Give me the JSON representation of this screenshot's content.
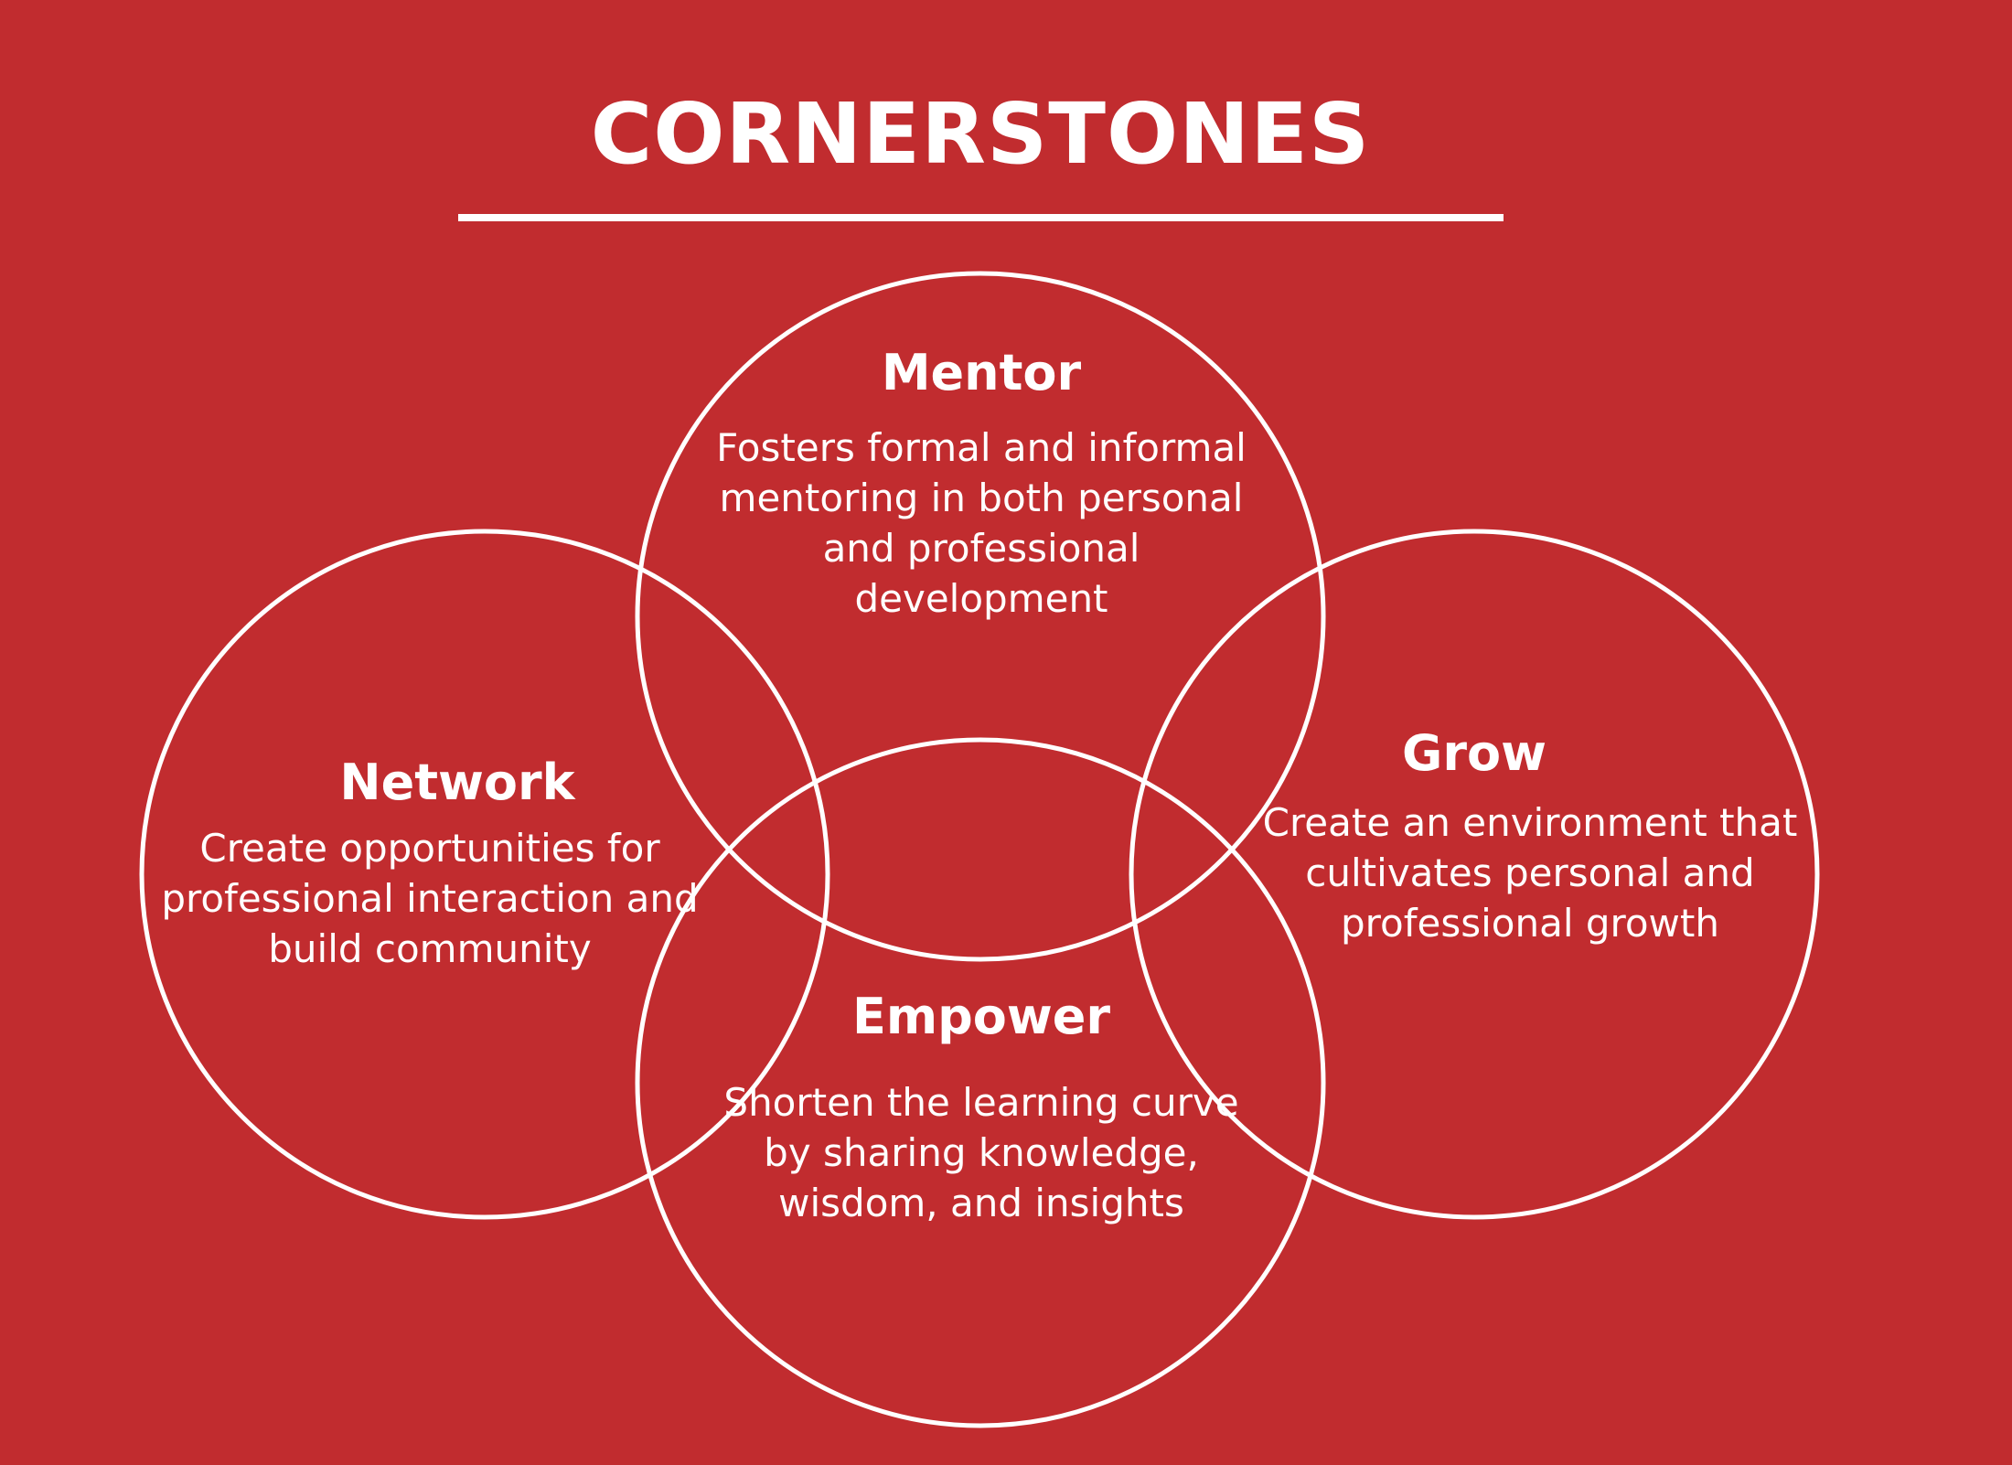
{
  "colors": {
    "background": "#c12c2f",
    "foreground": "#ffffff"
  },
  "title": "CORNERSTONES",
  "cornerstones": [
    {
      "id": "mentor",
      "heading": "Mentor",
      "description": "Fosters formal and informal mentoring in both personal and professional development"
    },
    {
      "id": "network",
      "heading": "Network",
      "description": "Create opportunities for professional interaction and build community"
    },
    {
      "id": "grow",
      "heading": "Grow",
      "description": "Create an environment that cultivates personal and professional growth"
    },
    {
      "id": "empower",
      "heading": "Empower",
      "description": "Shorten the learning curve by sharing knowledge, wisdom, and insights"
    }
  ]
}
